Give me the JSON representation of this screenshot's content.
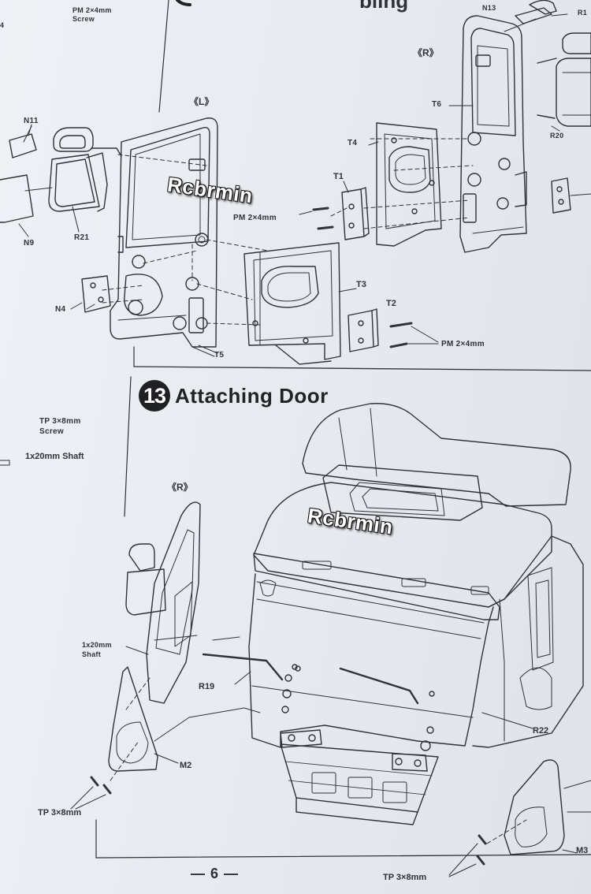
{
  "page": {
    "number": "— 6 —"
  },
  "top_section": {
    "title_fragment": "bling",
    "screw_label": "PM 2×4mm\nScrew",
    "left_edge_char": "4",
    "left_view_label": "《L》",
    "right_view_label": "《R》",
    "parts": {
      "n11": "N11",
      "n9": "N9",
      "r21": "R21",
      "n4": "N4",
      "t5": "T5",
      "t3": "T3",
      "t2": "T2",
      "t1": "T1",
      "t4": "T4",
      "t6": "T6",
      "n13": "N13",
      "r1": "R1",
      "r20": "R20"
    },
    "screw_callout_upper": "PM 2×4mm",
    "screw_callout_lower": "PM 2×4mm"
  },
  "step": {
    "number": "13",
    "title": "Attaching Door",
    "side_notes": {
      "tp_screw": "TP 3×8mm\nScrew",
      "shaft": "1x20mm Shaft"
    },
    "right_view_label": "《R》",
    "shaft_callout": "1x20mm\nShaft",
    "parts": {
      "r19": "R19",
      "r22": "R22",
      "m2": "M2",
      "m3": "M3"
    },
    "screw_callout_left": "TP 3×8mm",
    "screw_callout_bottom": "TP 3×8mm"
  },
  "watermarks": [
    "Rcbrmin",
    "Rcbrmin"
  ]
}
